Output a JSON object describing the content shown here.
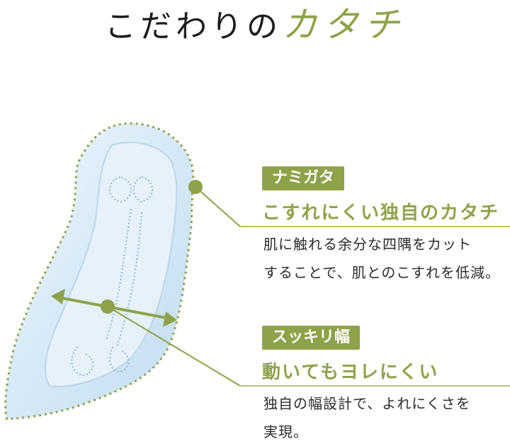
{
  "headline": {
    "part1": "こだわりの",
    "part2": "カタチ"
  },
  "colors": {
    "accent": "#8ea349",
    "divider": "#b5c17d",
    "text": "#2b2b2b",
    "pad_blue": "#d6e9f7"
  },
  "features": [
    {
      "badge": "ナミガタ",
      "title": "こすれにくい独自のカタチ",
      "desc_line1": "肌に触れる余分な四隅をカット",
      "desc_line2": "することで、肌とのこすれを低減。"
    },
    {
      "badge": "スッキリ幅",
      "title": "動いてもヨレにくい",
      "desc_line1": "独自の幅設計で、よれにくさを",
      "desc_line2": "実現。"
    }
  ]
}
